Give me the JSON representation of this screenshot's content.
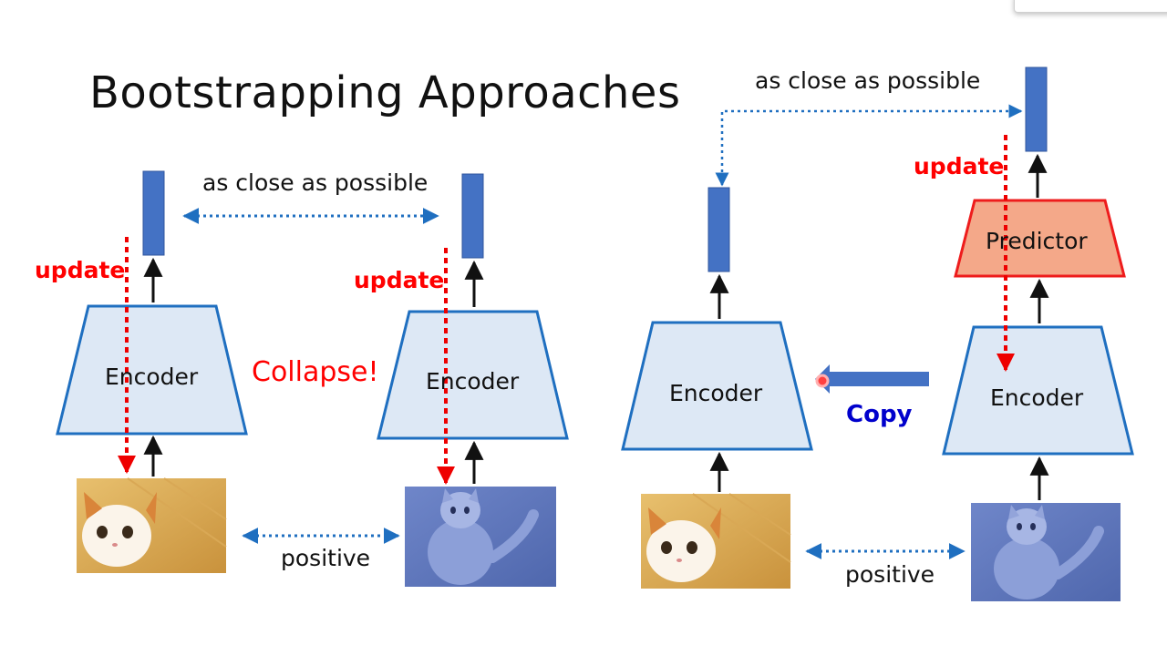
{
  "slide": {
    "title": "Bootstrapping Approaches",
    "left_diagram": {
      "similarity_label": "as close as possible",
      "update_left": "update",
      "update_right": "update",
      "encoder_left": "Encoder",
      "encoder_right": "Encoder",
      "collapse_label": "Collapse!",
      "positive_label": "positive"
    },
    "right_diagram": {
      "similarity_label": "as close as possible",
      "update_label": "update",
      "predictor_label": "Predictor",
      "encoder_left": "Encoder",
      "encoder_right": "Encoder",
      "copy_label": "Copy",
      "positive_label": "positive"
    }
  },
  "colors": {
    "vector_fill": "#4472c4",
    "encoder_fill": "#dde8f5",
    "encoder_stroke": "#1f6fc0",
    "predictor_fill": "#f4a889",
    "predictor_stroke": "#ee1c1c",
    "update_arrow": "#ee0000",
    "dotted_arrow": "#1f6fc0",
    "copy_label": "#0000cc"
  }
}
